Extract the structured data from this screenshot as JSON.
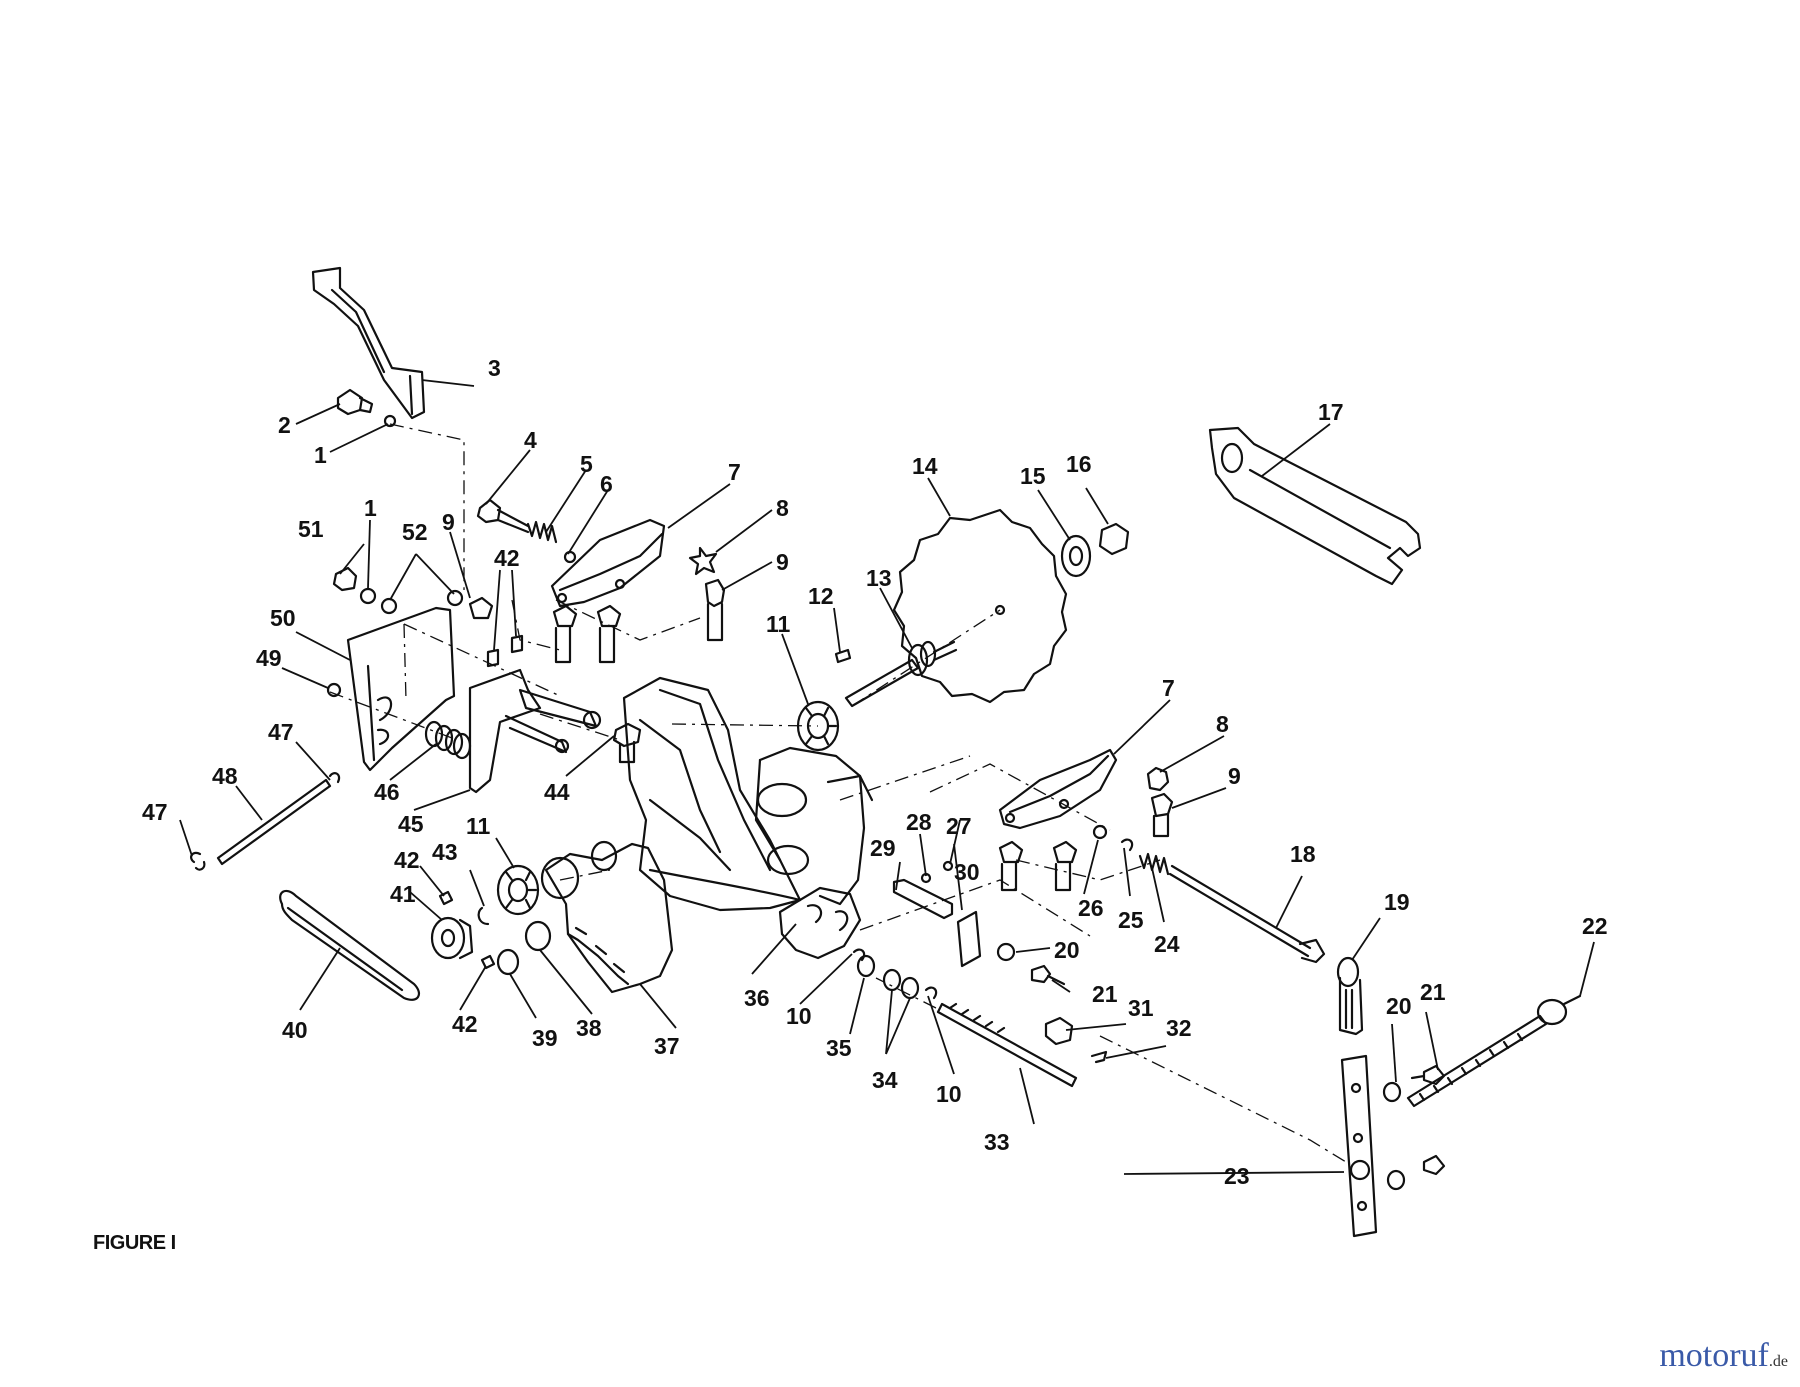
{
  "caption": "FIGURE I",
  "watermark": {
    "brand": "motoruf",
    "tld": ".de",
    "colors": [
      "#3a5aa8",
      "#e0a020",
      "#444444"
    ]
  },
  "colors": {
    "ink": "#111111",
    "paper": "#ffffff"
  },
  "callouts": [
    "1",
    "1",
    "2",
    "3",
    "4",
    "5",
    "6",
    "7",
    "7",
    "8",
    "8",
    "9",
    "9",
    "9",
    "10",
    "10",
    "11",
    "11",
    "12",
    "13",
    "14",
    "15",
    "16",
    "17",
    "18",
    "19",
    "20",
    "20",
    "21",
    "21",
    "22",
    "23",
    "24",
    "25",
    "26",
    "27",
    "28",
    "29",
    "30",
    "31",
    "32",
    "33",
    "34",
    "35",
    "36",
    "37",
    "38",
    "39",
    "40",
    "41",
    "42",
    "42",
    "42",
    "43",
    "44",
    "45",
    "46",
    "47",
    "47",
    "48",
    "49",
    "50",
    "51",
    "52"
  ]
}
